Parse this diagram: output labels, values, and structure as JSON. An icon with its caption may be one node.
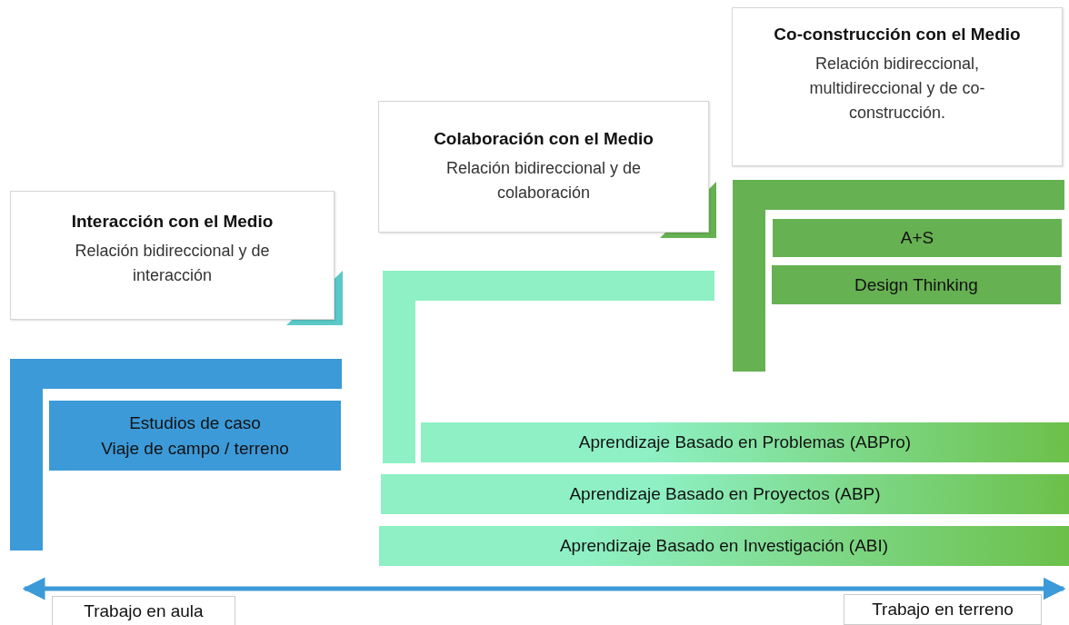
{
  "diagram": {
    "nodes": [
      {
        "text": [
          "Interacción con el Medio",
          "Relación bidireccional y de interacción"
        ]
      },
      {
        "text": [],
        "shape": "bracket"
      },
      {
        "text": [
          "Estudios de caso",
          "Viaje de campo / terreno"
        ]
      },
      {
        "text": [
          "Colaboración con el Medio",
          "Relación bidireccional y de colaboración"
        ]
      },
      {
        "text": [],
        "shape": "bracket"
      },
      {
        "text": [
          "Aprendizaje Basado en Problemas (ABPro)"
        ]
      },
      {
        "text": [
          "Aprendizaje Basado en Proyectos (ABP)"
        ]
      },
      {
        "text": [
          "Aprendizaje Basado en Investigación (ABI)"
        ]
      },
      {
        "text": [
          "Co-construcción con el Medio",
          "Relación bidireccional, multidireccional y de co-construcción."
        ]
      },
      {
        "text": [],
        "shape": "bracket"
      },
      {
        "text": [
          "A+S"
        ]
      },
      {
        "text": [
          "Design Thinking"
        ]
      },
      {
        "text": [
          "Trabajo en aula"
        ]
      },
      {
        "text": [
          "Trabajo en terreno"
        ]
      }
    ],
    "edges": [
      {
        "from": 12,
        "to": 13,
        "arrow": "both"
      }
    ]
  }
}
